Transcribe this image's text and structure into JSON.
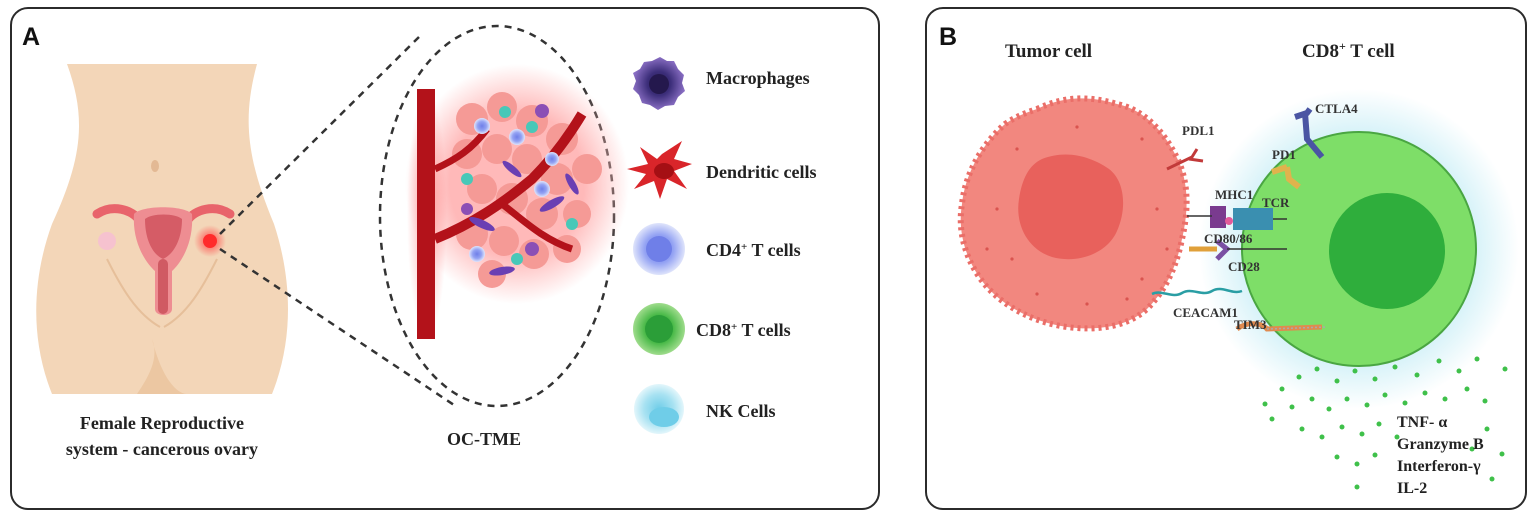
{
  "panel_a": {
    "letter": "A",
    "reproductive_label_line1": "Female Reproductive",
    "reproductive_label_line2": "system - cancerous ovary",
    "tme_label": "OC-TME",
    "legend": [
      {
        "key": "macrophages",
        "label": "Macrophages",
        "color": "#6b4fa0"
      },
      {
        "key": "dendritic",
        "label": "Dendritic cells",
        "color": "#d9252a"
      },
      {
        "key": "cd4",
        "label_main": "CD4",
        "sup": "+",
        "label_rest": " T cells",
        "color": "#8f9cf0"
      },
      {
        "key": "cd8",
        "label_main": "CD8",
        "sup": "+",
        "label_rest": " T cells",
        "color": "#4cba4a"
      },
      {
        "key": "nk",
        "label": "NK Cells",
        "color": "#9adcef"
      }
    ]
  },
  "panel_b": {
    "letter": "B",
    "tumor_title": "Tumor cell",
    "tcell_title_main": "CD8",
    "tcell_title_sup": "+",
    "tcell_title_rest": " T cell",
    "receptors": {
      "pdl1": "PDL1",
      "ctla4": "CTLA4",
      "pd1": "PD1",
      "mhc1": "MHC1",
      "tcr": "TCR",
      "cd80_86": "CD80/86",
      "cd28": "CD28",
      "ceacam1": "CEACAM1",
      "tim3": "TIM3"
    },
    "cytokines": [
      "TNF- α",
      "Granzyme B",
      "Interferon-γ",
      "IL-2"
    ]
  },
  "colors": {
    "tumor": "#f2877f",
    "tumor_nucleus": "#e8615c",
    "tcell": "#7ede68",
    "tcell_nucleus": "#2fae3c",
    "vessel": "#b3121a",
    "skin": "#f3d6b8"
  }
}
